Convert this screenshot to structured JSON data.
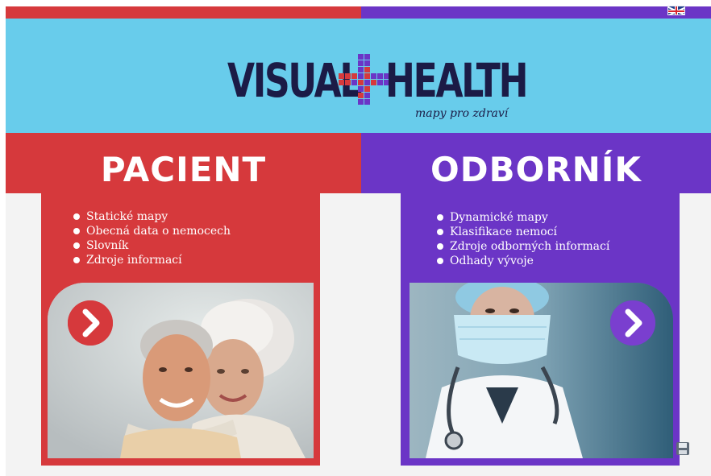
{
  "header": {
    "logo_left": "VISUAL",
    "logo_right": "HEALTH",
    "logo_subtitle": "mapy pro zdraví",
    "language_flag": "uk-flag-icon"
  },
  "colors": {
    "patient_accent": "#d6393c",
    "expert_accent": "#6b35c6",
    "header_bg": "#68cceb",
    "logo_text": "#1b1b46"
  },
  "patient": {
    "title": "PACIENT",
    "items": [
      "Statické mapy",
      "Obecná data o nemocech",
      "Slovník",
      "Zdroje informací"
    ],
    "arrow_icon": "chevron-right-icon"
  },
  "expert": {
    "title": "ODBORNÍK",
    "items": [
      "Dynamické mapy",
      "Klasifikace nemocí",
      "Zdroje odborných informací",
      "Odhady vývoje"
    ],
    "arrow_icon": "chevron-right-icon"
  },
  "footer": {
    "save_icon": "save-icon"
  }
}
